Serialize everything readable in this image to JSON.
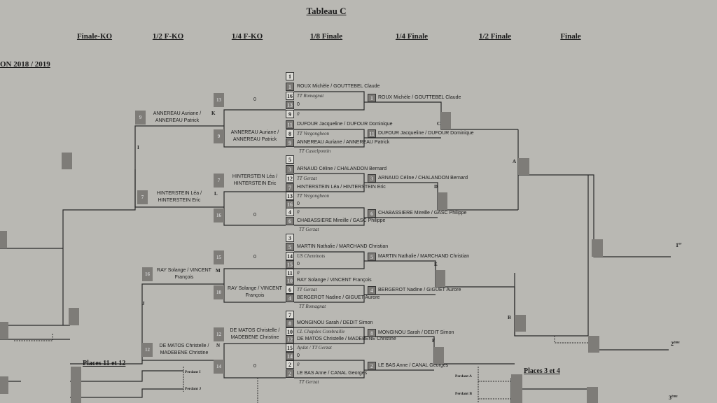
{
  "title": "Tableau C",
  "season": "ON 2018 / 2019",
  "rounds": [
    "Finale-KO",
    "1/2 F-KO",
    "1/4 F-KO",
    "1/8 Finale",
    "1/4 Finale",
    "1/2 Finale",
    "Finale"
  ],
  "eighth": [
    {
      "n": "1",
      "t": "w",
      "text": "",
      "k": "name"
    },
    {
      "n": "1",
      "t": "d",
      "text": "ROUX Michèle / GOUTTEBEL Claude",
      "k": "name"
    },
    {
      "n": "16",
      "t": "w",
      "text": "TT Romagnat",
      "k": "club"
    },
    {
      "n": "13",
      "t": "d",
      "text": "0",
      "k": "name"
    },
    {
      "n": "9",
      "t": "w",
      "text": "0",
      "k": "club"
    },
    {
      "n": "11",
      "t": "d",
      "text": "DUFOUR Jacqueline / DUFOUR Dominique",
      "k": "name"
    },
    {
      "n": "8",
      "t": "w",
      "text": "TT Vergongheon",
      "k": "club"
    },
    {
      "n": "9",
      "t": "d",
      "text": "ANNEREAU Auriane / ANNEREAU Patrick",
      "k": "name"
    },
    {
      "n": "",
      "t": "",
      "text": "TT Castelpontin",
      "k": "club"
    },
    {
      "n": "5",
      "t": "w",
      "text": "",
      "k": "name"
    },
    {
      "n": "3",
      "t": "d",
      "text": "ARNAUD Céline / CHALANDON Bernard",
      "k": "name"
    },
    {
      "n": "12",
      "t": "w",
      "text": "TT Gerzat",
      "k": "club"
    },
    {
      "n": "7",
      "t": "d",
      "text": "HINTERSTEIN Léa / HINTERSTEIN Eric",
      "k": "name"
    },
    {
      "n": "13",
      "t": "w",
      "text": "TT Vergongheon",
      "k": "club"
    },
    {
      "n": "16",
      "t": "d",
      "text": "0",
      "k": "name"
    },
    {
      "n": "4",
      "t": "w",
      "text": "0",
      "k": "club"
    },
    {
      "n": "6",
      "t": "d",
      "text": "CHABASSIERE Mireille / GASC Philippe",
      "k": "name"
    },
    {
      "n": "",
      "t": "",
      "text": "TT Gerzat",
      "k": "club"
    },
    {
      "n": "3",
      "t": "w",
      "text": "",
      "k": "name"
    },
    {
      "n": "5",
      "t": "d",
      "text": "MARTIN Nathalie / MARCHAND Christian",
      "k": "name"
    },
    {
      "n": "14",
      "t": "w",
      "text": "US Cheminots",
      "k": "club"
    },
    {
      "n": "15",
      "t": "d",
      "text": "0",
      "k": "name"
    },
    {
      "n": "11",
      "t": "w",
      "text": "0",
      "k": "club"
    },
    {
      "n": "10",
      "t": "d",
      "text": "RAY Solange / VINCENT François",
      "k": "name"
    },
    {
      "n": "6",
      "t": "w",
      "text": "TT Gerzat",
      "k": "club"
    },
    {
      "n": "4",
      "t": "d",
      "text": "BERGEROT Nadine / GIGUET Aurore",
      "k": "name"
    },
    {
      "n": "",
      "t": "",
      "text": "TT Romagnat",
      "k": "club"
    },
    {
      "n": "7",
      "t": "w",
      "text": "",
      "k": "name"
    },
    {
      "n": "8",
      "t": "d",
      "text": "MONGINOU Sarah / DEDIT Simon",
      "k": "name"
    },
    {
      "n": "10",
      "t": "w",
      "text": "CL Chapdes Combraille",
      "k": "club"
    },
    {
      "n": "12",
      "t": "d",
      "text": "DE MATOS Christelle / MADEBENE Christine",
      "k": "name"
    },
    {
      "n": "15",
      "t": "w",
      "text": "Aydat / TT Gerzat",
      "k": "club"
    },
    {
      "n": "14",
      "t": "d",
      "text": "0",
      "k": "name"
    },
    {
      "n": "2",
      "t": "w",
      "text": "0",
      "k": "club"
    },
    {
      "n": "2",
      "t": "d",
      "text": "LE BAS Anne / CANAL Georges",
      "k": "name"
    },
    {
      "n": "",
      "t": "",
      "text": "TT Gerzat",
      "k": "club"
    }
  ],
  "quarter": [
    {
      "n": "1",
      "text": "ROUX Michèle / GOUTTEBEL Claude"
    },
    {
      "n": "11",
      "text": "DUFOUR Jacqueline / DUFOUR Dominique"
    },
    {
      "n": "3",
      "text": "ARNAUD Céline / CHALANDON Bernard"
    },
    {
      "n": "6",
      "text": "CHABASSIERE Mireille / GASC Philippe"
    },
    {
      "n": "5",
      "text": "MARTIN Nathalie / MARCHAND Christian"
    },
    {
      "n": "4",
      "text": "BERGEROT Nadine / GIGUET Aurore"
    },
    {
      "n": "8",
      "text": "MONGINOU Sarah / DEDIT Simon"
    },
    {
      "n": "2",
      "text": "LE BAS Anne / CANAL Georges"
    }
  ],
  "quarter_ko": [
    {
      "n": "13",
      "text": "0"
    },
    {
      "n": "9",
      "text": "ANNEREAU Auriane / ANNEREAU Patrick"
    },
    {
      "n": "7",
      "text": "HINTERSTEIN Léa / HINTERSTEIN Eric"
    },
    {
      "n": "16",
      "text": "0"
    },
    {
      "n": "15",
      "text": "0"
    },
    {
      "n": "10",
      "text": "RAY Solange / VINCENT François"
    },
    {
      "n": "12",
      "text": "DE MATOS Christelle / MADEBENE Christine"
    },
    {
      "n": "14",
      "text": "0"
    }
  ],
  "semi_ko": [
    {
      "n": "9",
      "text": "ANNEREAU Auriane / ANNEREAU Patrick"
    },
    {
      "n": "7",
      "text": "HINTERSTEIN Léa / HINTERSTEIN Eric"
    },
    {
      "n": "16",
      "text": "RAY Solange / VINCENT François"
    },
    {
      "n": "12",
      "text": "DE MATOS Christelle / MADEBENE Christine"
    }
  ],
  "letters": {
    "A": "A",
    "B": "B",
    "C": "C",
    "D": "D",
    "E": "E",
    "F": "F",
    "I": "I",
    "J": "J",
    "K": "K",
    "L": "L",
    "M": "M",
    "N": "N"
  },
  "places": {
    "p1112": "Places 11 et 12",
    "p34": "Places 3 et 4",
    "perdant_i": "Perdant I",
    "perdant_j": "Perdant J",
    "perdant_a": "Perdant A",
    "perdant_b": "Perdant B"
  },
  "ranks": {
    "first": "1",
    "first_sup": "er",
    "second": "2",
    "second_sup": "ème",
    "third": "3",
    "third_sup": "ème"
  }
}
